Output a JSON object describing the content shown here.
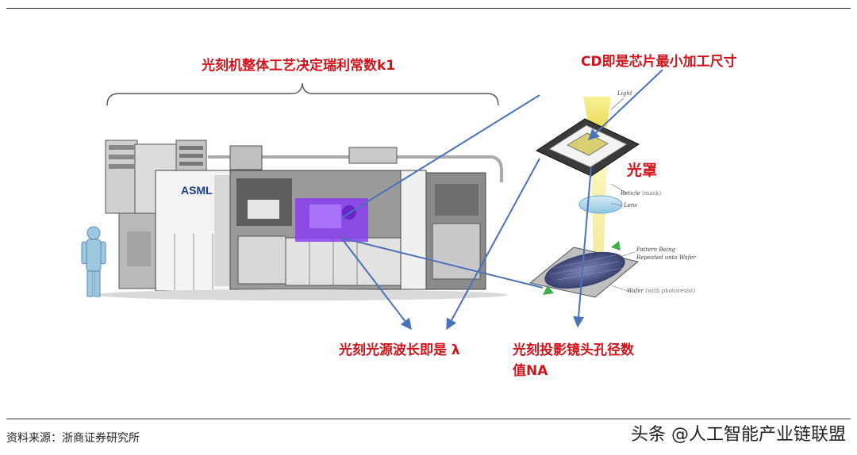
{
  "labels": {
    "k1": "光刻机整体工艺决定瑞利常数k1",
    "cd": "CD即是芯片最小加工尺寸",
    "mask": "光罩",
    "lambda": "光刻光源波长即是 λ",
    "na_line1": "光刻投影镜头孔径数",
    "na_line2": "值NA"
  },
  "machine": {
    "brand": "ASML"
  },
  "optics": {
    "light": "Light",
    "reticle": "Reticle",
    "reticle_note": "(mask)",
    "lens": "Lens",
    "pattern_1": "Pattern Being",
    "pattern_2": "Repeated onto Wafer",
    "wafer": "Wafer",
    "wafer_note": "(with photoresist)"
  },
  "footer": {
    "source": "资料来源：浙商证券研究所",
    "watermark": "头条 @人工智能产业链联盟"
  },
  "colors": {
    "label_red": "#d1131b",
    "arrow_blue": "#4a72b8",
    "beam_yellow": "#efe35a",
    "euv_purple": "#8a3df0"
  }
}
